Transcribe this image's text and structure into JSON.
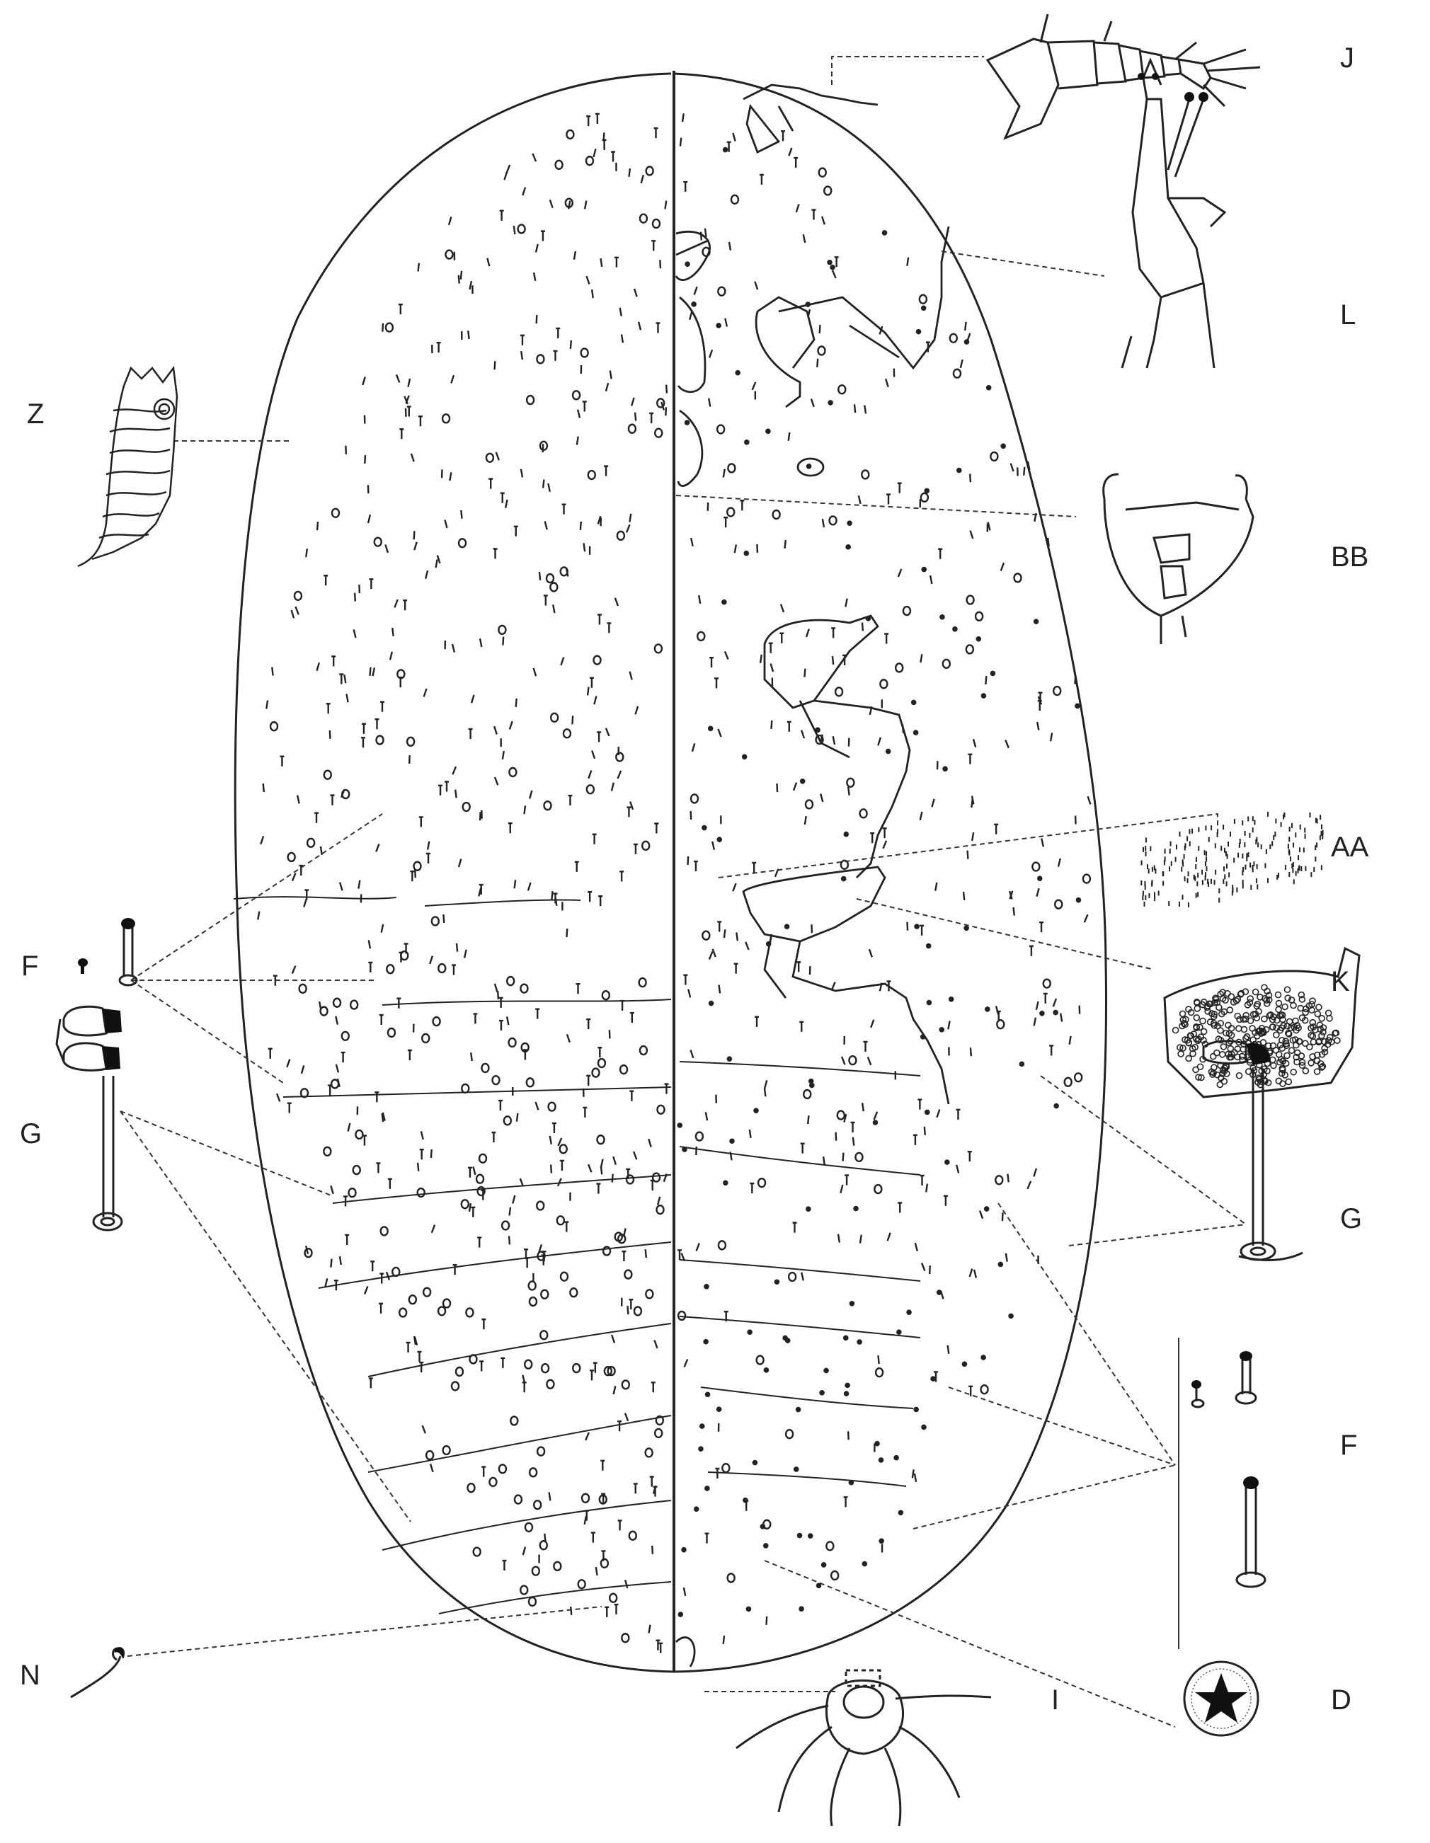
{
  "figure": {
    "labels": {
      "J": "J",
      "L": "L",
      "Z": "Z",
      "BB": "BB",
      "AA": "AA",
      "F_left": "F",
      "K": "K",
      "G_left": "G",
      "G_right": "G",
      "F_right": "F",
      "N": "N",
      "I": "I",
      "D": "D"
    },
    "colors": {
      "ink": "#222222",
      "background": "#ffffff"
    }
  }
}
